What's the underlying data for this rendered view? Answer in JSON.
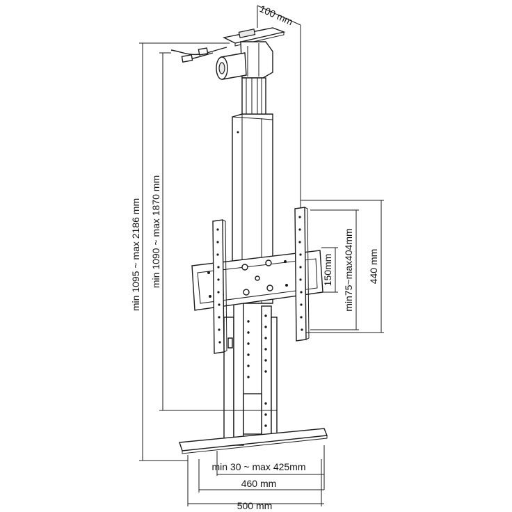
{
  "dimensions": {
    "depth_top": "100 mm",
    "total_height": "min 1095 ~ max 2186 mm",
    "column_height": "min 1090 ~ max 1870 mm",
    "hole_pitch": "150mm",
    "vertical_range": "min75~max404mm",
    "bracket_height": "440 mm",
    "horizontal_range": "min 30 ~ max 425mm",
    "base_inner_width": "460 mm",
    "base_outer_width": "500 mm"
  },
  "colors": {
    "line": "#1a1a1a",
    "background": "#ffffff"
  }
}
